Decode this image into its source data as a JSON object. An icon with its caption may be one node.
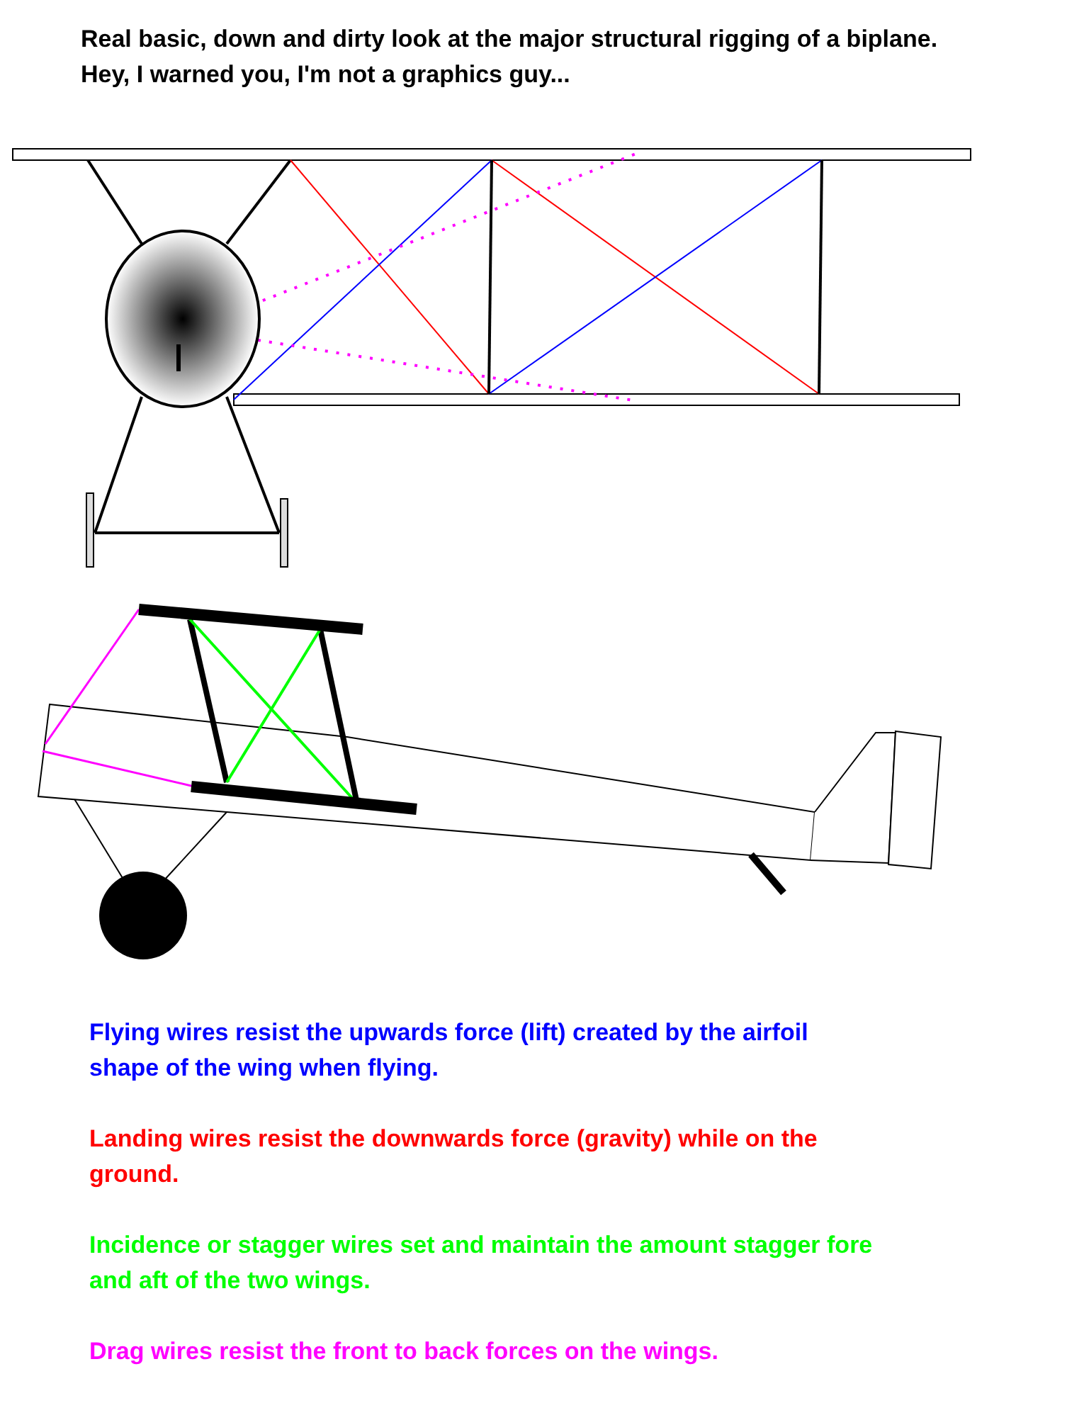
{
  "diagram": {
    "title": "Real basic, down and dirty look at the major structural rigging of a biplane.  Hey, I warned you, I'm not a graphics guy...",
    "labels": [
      "Flying wires resist the upwards force (lift) created by the airfoil shape of the wing when flying.",
      "Landing wires resist the downwards force (gravity) while on the ground.",
      "Incidence or stagger wires set and maintain the amount stagger fore and aft of the two wings.",
      "Drag wires resist the front to back forces on the wings."
    ]
  }
}
